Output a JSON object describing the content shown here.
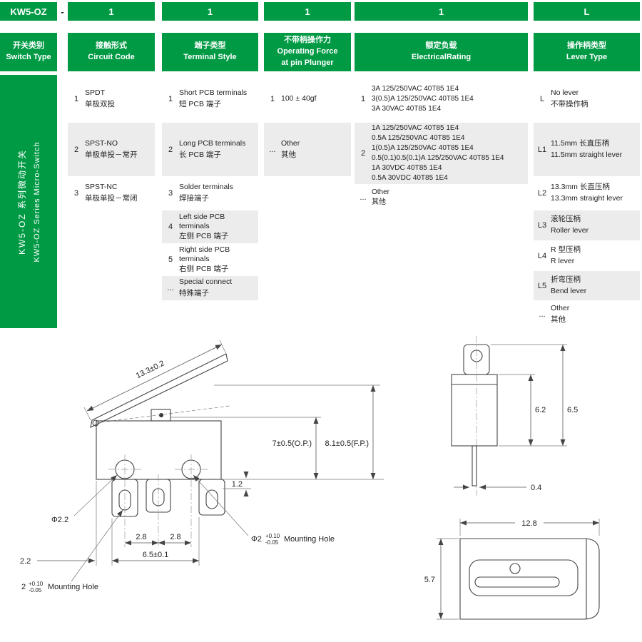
{
  "colors": {
    "accent": "#009a45",
    "row_alt": "#ececec"
  },
  "header": {
    "part_prefix": "KW5-OZ",
    "dash": "-",
    "codes": [
      "1",
      "1",
      "1",
      "1",
      "L"
    ]
  },
  "column_headers": [
    {
      "lines": [
        "开关类别",
        "Switch Type"
      ]
    },
    {
      "lines": [
        "接触形式",
        "Circuit Code"
      ]
    },
    {
      "lines": [
        "端子类型",
        "Terminal Style"
      ]
    },
    {
      "lines": [
        "不带柄操作力",
        "Operating Force",
        "at pin Plunger"
      ]
    },
    {
      "lines": [
        "额定负载",
        "ElectricalRating"
      ]
    },
    {
      "lines": [
        "操作柄类型",
        "Lever Type"
      ]
    }
  ],
  "series_label": {
    "zh": "KW5-OZ 系列微动开关",
    "en": "KW5-OZ Series Micro-Switch"
  },
  "circuit_code": [
    {
      "code": "1",
      "lines": [
        "SPDT",
        "单极双投"
      ]
    },
    {
      "code": "2",
      "lines": [
        "SPST-NO",
        "单极单投－常开"
      ]
    },
    {
      "code": "3",
      "lines": [
        "SPST-NC",
        "单极单投－常闭"
      ]
    }
  ],
  "terminal_style": [
    {
      "code": "1",
      "lines": [
        "Short PCB terminals",
        "短 PCB 端子"
      ]
    },
    {
      "code": "2",
      "lines": [
        "Long PCB terminals",
        "长 PCB 端子"
      ]
    },
    {
      "code": "3",
      "lines": [
        "Solder terminals",
        "焊接端子"
      ]
    },
    {
      "code": "4",
      "lines": [
        "Left side PCB",
        "terminals",
        "左侧 PCB 端子"
      ]
    },
    {
      "code": "5",
      "lines": [
        "Right side PCB",
        "terminals",
        "右侧 PCB 端子"
      ]
    },
    {
      "code": "...",
      "lines": [
        "Special connect",
        "特殊端子"
      ]
    }
  ],
  "operating_force": [
    {
      "code": "1",
      "lines": [
        "100 ± 40gf"
      ]
    },
    {
      "code": "...",
      "lines": [
        "Other",
        "其他"
      ]
    }
  ],
  "electrical_rating": [
    {
      "code": "1",
      "lines": [
        "3A 125/250VAC  40T85  1E4",
        "3(0.5)A 125/250VAC  40T85  1E4",
        "3A 30VAC   40T85  1E4"
      ]
    },
    {
      "code": "2",
      "lines": [
        "1A 125/250VAC  40T85  1E4",
        "0.5A 125/250VAC  40T85  1E4",
        "1(0.5)A 125/250VAC  40T85  1E4",
        "0.5(0.1)0.5(0.1)A 125/250VAC  40T85  1E4",
        "1A 30VDC   40T85  1E4",
        "0.5A 30VDC  40T85  1E4"
      ]
    },
    {
      "code": "...",
      "lines": [
        "Other",
        "其他"
      ]
    }
  ],
  "lever_type": [
    {
      "code": "L",
      "lines": [
        "No lever",
        "不带操作柄"
      ]
    },
    {
      "code": "L1",
      "lines": [
        "11.5mm 长直压柄",
        "11.5mm straight lever"
      ]
    },
    {
      "code": "L2",
      "lines": [
        "13.3mm 长直压柄",
        "13.3mm straight lever"
      ]
    },
    {
      "code": "L3",
      "lines": [
        "滚轮压柄",
        "Roller lever"
      ]
    },
    {
      "code": "L4",
      "lines": [
        "R 型压柄",
        "R lever"
      ]
    },
    {
      "code": "L5",
      "lines": [
        "折弯压柄",
        "Bend lever"
      ]
    },
    {
      "code": "...",
      "lines": [
        "Other",
        "其他"
      ]
    }
  ],
  "drawings": {
    "side_view": {
      "lever_length": "13.3±0.2",
      "op_height": "7±0.5(O.P.)",
      "fp_height": "8.1±0.5(F.P.)",
      "base_step": "1.2",
      "hole_dia": "Φ2.2",
      "pitch_left": "2.8",
      "pitch_right": "2.8",
      "edge_offset": "2.2",
      "hole_span": "6.5±0.1",
      "mh_dia": "Φ2",
      "mh_tol_up": "+0.10",
      "mh_tol_dn": "-0.05",
      "mh_label": "Mounting Hole",
      "mw_val": "2",
      "mw_tol_up": "+0.10",
      "mw_tol_dn": "-0.05",
      "mw_label": "Mounting Hole"
    },
    "end_view": {
      "body_height": "6.2",
      "total_height": "6.5",
      "terminal_thickness": "0.4"
    },
    "top_view": {
      "width": "12.8",
      "height": "5.7"
    }
  }
}
